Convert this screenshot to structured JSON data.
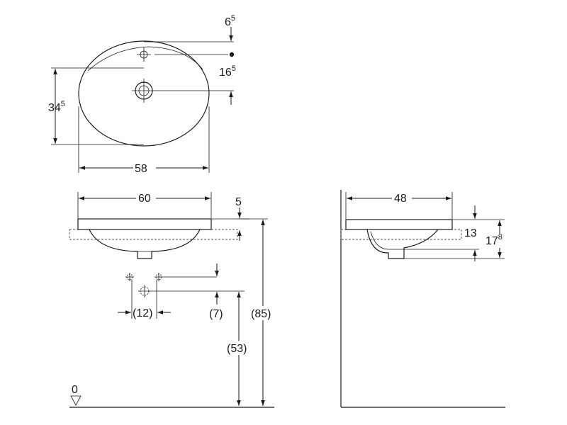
{
  "top_view": {
    "dim_65_main": "6",
    "dim_65_sup": "5",
    "dim_165_main": "16",
    "dim_165_sup": "5",
    "dim_345_main": "34",
    "dim_345_sup": "5",
    "dim_58": "58"
  },
  "front_view": {
    "dim_60": "60",
    "dim_5": "5",
    "dim_12": "(12)",
    "dim_7": "(7)",
    "dim_85": "(85)",
    "dim_53": "(53)",
    "floor_level": "0"
  },
  "side_view": {
    "dim_48": "48",
    "dim_13": "13",
    "dim_178_main": "17",
    "dim_178_sup": "8"
  }
}
